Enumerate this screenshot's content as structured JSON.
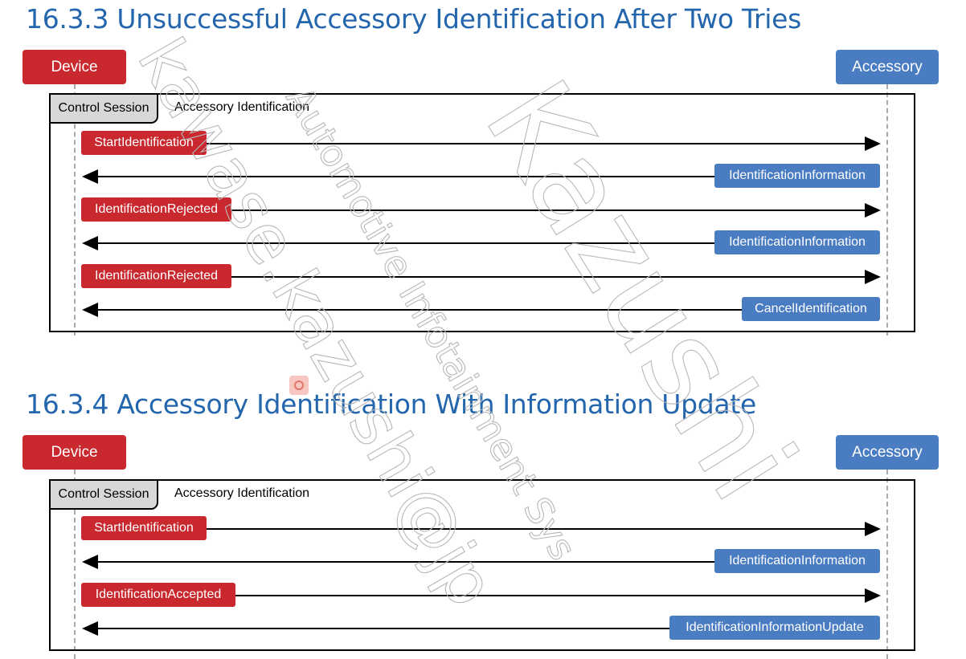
{
  "section1": {
    "title": "16.3.3 Unsuccessful Accessory Identification After Two Tries",
    "device_label": "Device",
    "accessory_label": "Accessory",
    "frame_tab": "Control Session",
    "frame_label": "Accessory Identification",
    "messages": [
      {
        "label": "StartIdentification",
        "direction": "right"
      },
      {
        "label": "IdentificationInformation",
        "direction": "left"
      },
      {
        "label": "IdentificationRejected",
        "direction": "right"
      },
      {
        "label": "IdentificationInformation",
        "direction": "left"
      },
      {
        "label": "IdentificationRejected",
        "direction": "right"
      },
      {
        "label": "CancelIdentification",
        "direction": "left"
      }
    ]
  },
  "section2": {
    "title": "16.3.4 Accessory Identification With Information Update",
    "device_label": "Device",
    "accessory_label": "Accessory",
    "frame_tab": "Control Session",
    "frame_label": "Accessory Identification",
    "messages": [
      {
        "label": "StartIdentification",
        "direction": "right"
      },
      {
        "label": "IdentificationInformation",
        "direction": "left"
      },
      {
        "label": "IdentificationAccepted",
        "direction": "right"
      },
      {
        "label": "IdentificationInformationUpdate",
        "direction": "left"
      }
    ]
  },
  "watermark": {
    "lines": [
      "Kazushi",
      "kawase.kazushi@jp",
      "Automotive Infotainment Sys"
    ]
  },
  "colors": {
    "title": "#2366ad",
    "device": "#c8282e",
    "accessory": "#4a7cc2"
  }
}
